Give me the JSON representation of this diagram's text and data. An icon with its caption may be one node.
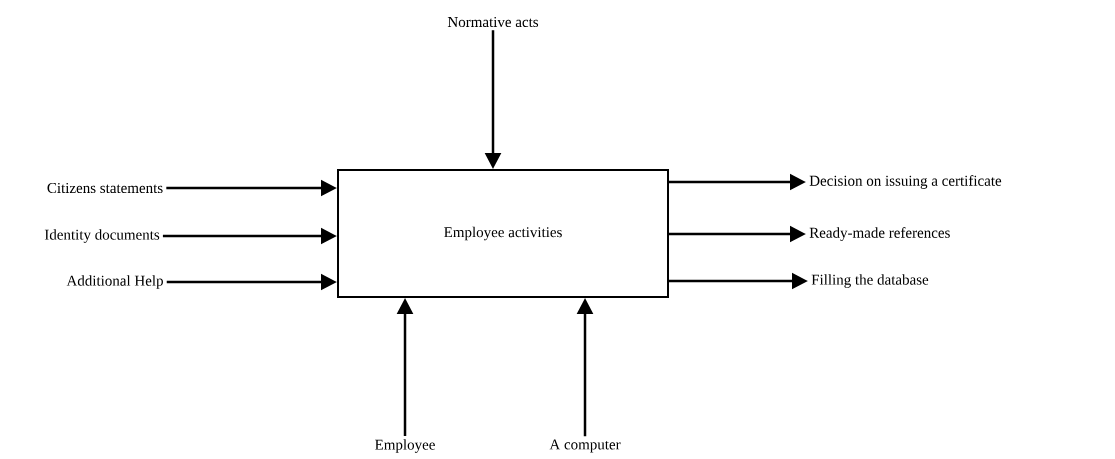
{
  "diagram": {
    "nodes": [
      {
        "text": [
          "Employee activities"
        ]
      },
      {
        "text": [
          "Normative acts"
        ]
      },
      {
        "text": [
          "Citizens statements"
        ]
      },
      {
        "text": [
          "Identity documents"
        ]
      },
      {
        "text": [
          "Additional Help"
        ]
      },
      {
        "text": [
          "Decision on issuing a certificate"
        ]
      },
      {
        "text": [
          "Ready-made references"
        ]
      },
      {
        "text": [
          "Filling the database"
        ]
      },
      {
        "text": [
          "Employee"
        ]
      },
      {
        "text": [
          "A computer"
        ]
      }
    ],
    "edges": [
      {
        "from": 1,
        "to": 0,
        "arrow": "to"
      },
      {
        "from": 2,
        "to": 0,
        "arrow": "to"
      },
      {
        "from": 3,
        "to": 0,
        "arrow": "to"
      },
      {
        "from": 4,
        "to": 0,
        "arrow": "to"
      },
      {
        "from": 0,
        "to": 5,
        "arrow": "to"
      },
      {
        "from": 0,
        "to": 6,
        "arrow": "to"
      },
      {
        "from": 0,
        "to": 7,
        "arrow": "to"
      },
      {
        "from": 8,
        "to": 0,
        "arrow": "to"
      },
      {
        "from": 9,
        "to": 0,
        "arrow": "to"
      }
    ]
  }
}
